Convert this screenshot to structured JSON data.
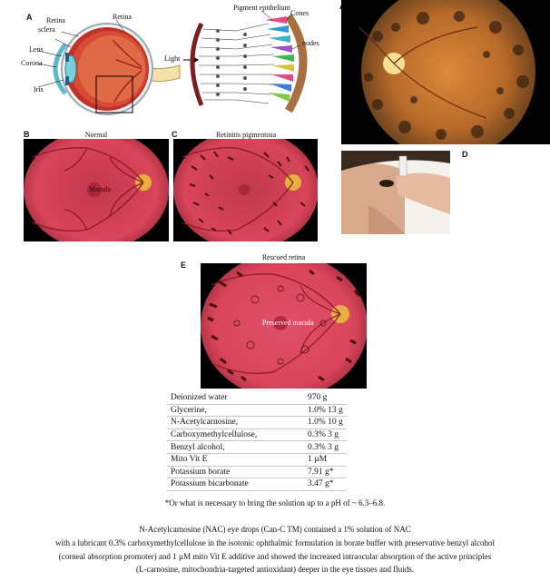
{
  "panel_labels": {
    "a_left": "A",
    "a_right": "A",
    "b": "B",
    "c": "C",
    "d": "D",
    "e": "E"
  },
  "eye_diagram": {
    "retina_top": "Retina",
    "retina": "Retina",
    "sclera": "sclera",
    "lens": "Lens",
    "corona": "Corona",
    "iris": "Iris"
  },
  "receptor_diagram": {
    "pigment_epithelium": "Pigment epithelium",
    "cones": "Cones",
    "nodes": "nodes",
    "light": "Light"
  },
  "fundus": {
    "normal_title": "Normal",
    "macula": "Macula",
    "rp_title": "Retinitis pigmentosa",
    "rescued_title": "Rescued retina",
    "preserved_macula": "Preserved macula"
  },
  "recipe": [
    {
      "ingredient": "Deionized water",
      "amount": "970 g"
    },
    {
      "ingredient": "Glycerine,",
      "amount": "1.0% 13 g"
    },
    {
      "ingredient": "N-Acetylcarnosine,",
      "amount": "1.0% 10 g"
    },
    {
      "ingredient": "Carboxymethylcellulose,",
      "amount": "0.3% 3 g"
    },
    {
      "ingredient": "Benzyl alcohol,",
      "amount": "0.3% 3 g"
    },
    {
      "ingredient": "Mito Vit E",
      "amount": "1 µM"
    },
    {
      "ingredient": "Potassium borate",
      "amount": "7.91 g*"
    },
    {
      "ingredient": "Potassium bicarbonate",
      "amount": "3.47 g*"
    }
  ],
  "footnote": "*Or what is necessary to bring the solution up to a pH of ~ 6.3–6.8.",
  "caption": [
    "N-Acetylcarnosine (NAC) eye drops (Can-C TM) contained a 1% solution of NAC",
    "with a lubricant 0.3% carboxymethylcellulose in the isotonic ophthalmic formulation in borate buffer with preservative benzyl alcohol",
    "(corneal absorption promoter) and 1 µM mito Vit E additive and showed the increased intraocular absorption of the active principles",
    "(L-carnosine, mitochondria-targeted antioxidant) deeper in the eye tissues and fluids."
  ],
  "colors": {
    "fundus_red": "#d9455a",
    "pigment": "#4a1208",
    "rp_fundus": "#b8894a"
  }
}
